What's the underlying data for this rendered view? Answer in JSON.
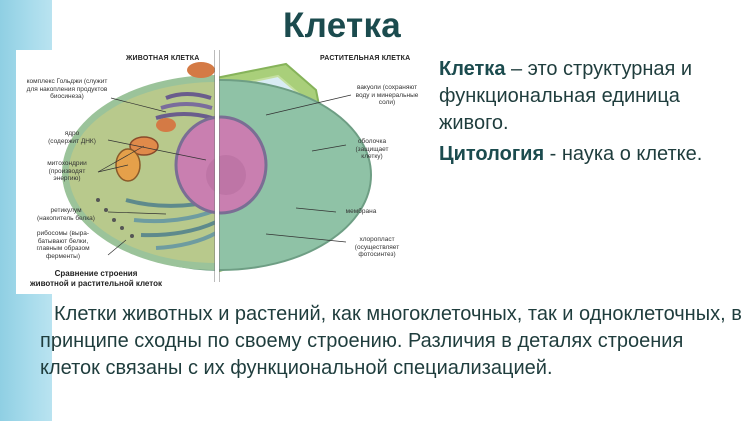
{
  "slide": {
    "title": "Клетка",
    "accent_color": "#1b4b4e",
    "side_bar_color": "#a9dcec"
  },
  "figure": {
    "animal_heading": "ЖИВОТНАЯ КЛЕТКА",
    "plant_heading": "РАСТИТЕЛЬНАЯ КЛЕТКА",
    "labels_left": [
      {
        "line1": "комплекс Гольджи (служит",
        "line2": "для накопления продуктов",
        "line3": "биосинеза)"
      },
      {
        "line1": "ядро",
        "line2": "(содержит ДНК)"
      },
      {
        "line1": "митохондрии",
        "line2": "(производят",
        "line3": "энергию)"
      },
      {
        "line1": "ретикулум",
        "line2": "(накопитель белка)"
      },
      {
        "line1": "рибосомы (выра-",
        "line2": "батывают белки,",
        "line3": "главным образом",
        "line4": "ферменты)"
      }
    ],
    "labels_right": [
      {
        "line1": "вакуоли (сохраняют",
        "line2": "воду и минеральные",
        "line3": "соли)"
      },
      {
        "line1": "оболочка",
        "line2": "(защищает",
        "line3": "клетку)"
      },
      {
        "line1": "мембрана"
      },
      {
        "line1": "хлоропласт",
        "line2": "(осуществляет",
        "line3": "фотосинтез)"
      }
    ],
    "caption_line1": "Сравнение строения",
    "caption_line2": "животной и растительной клеток"
  },
  "definition": {
    "term1": "Клетка",
    "text1": " – это структурная и функциональная единица живого.",
    "term2": "Цитология",
    "text2": " - наука о клетке."
  },
  "body": {
    "paragraph": "Клетки животных и растений, как многоклеточных, так и одноклеточных, в принципе сходны по своему строению. Различия в деталях строения клеток связаны с их функциональной специализацией."
  }
}
